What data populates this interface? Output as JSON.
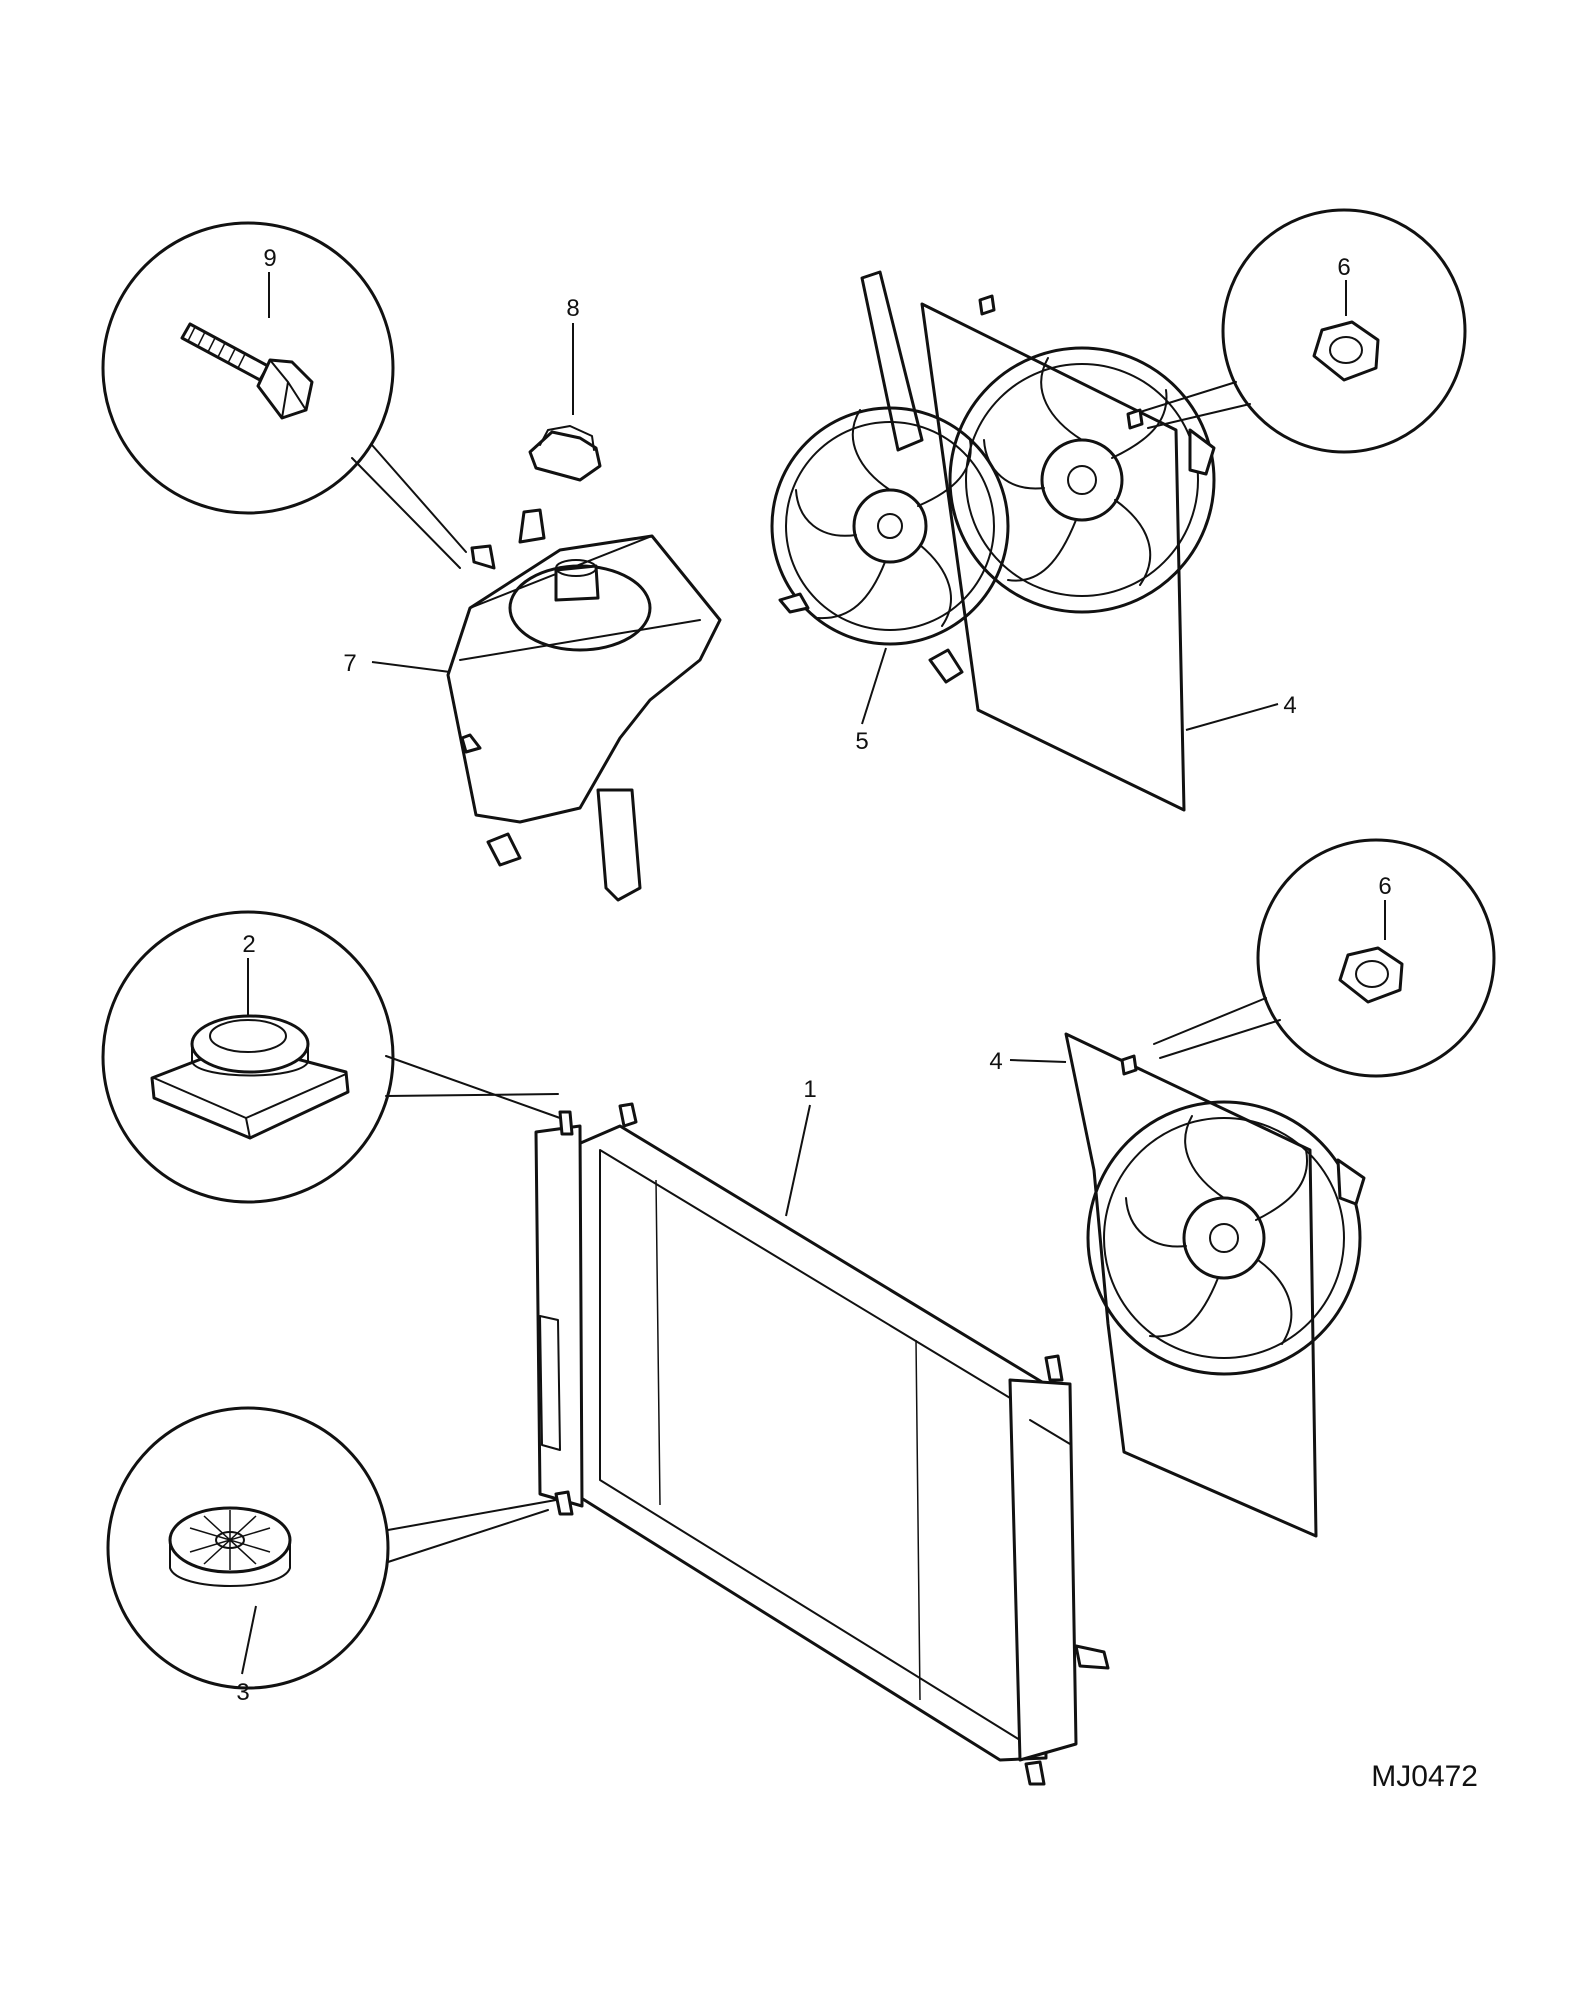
{
  "callouts": {
    "c1": "1",
    "c2": "2",
    "c3": "3",
    "c4a": "4",
    "c4b": "4",
    "c5": "5",
    "c6a": "6",
    "c6b": "6",
    "c7": "7",
    "c8": "8",
    "c9": "9"
  },
  "reference_code": "MJ0472"
}
